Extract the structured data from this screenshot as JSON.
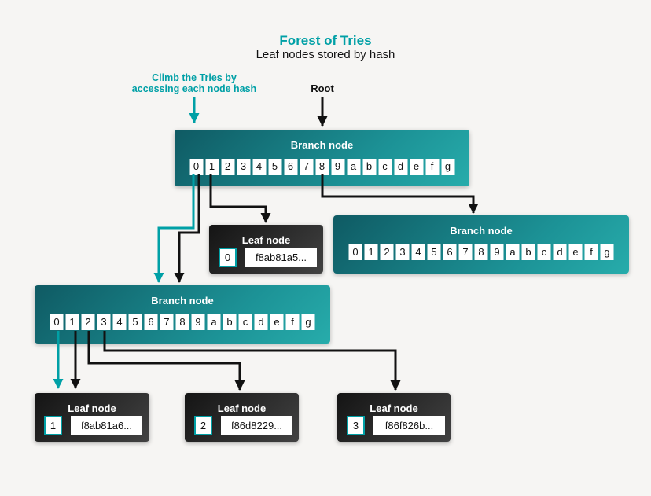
{
  "colors": {
    "teal": "#00a0a6",
    "line_black": "#111111",
    "background": "#f6f5f3",
    "branch_grad_start": "#0f5a63",
    "branch_grad_end": "#27acab",
    "leaf_grad_start": "#141414",
    "leaf_grad_end": "#424242"
  },
  "header": {
    "title": "Forest of Tries",
    "subtitle": "Leaf nodes stored by hash"
  },
  "annotations": {
    "climb_line1": "Climb the Tries by",
    "climb_line2": "accessing each node hash",
    "root": "Root"
  },
  "hex_digits": [
    "0",
    "1",
    "2",
    "3",
    "4",
    "5",
    "6",
    "7",
    "8",
    "9",
    "a",
    "b",
    "c",
    "d",
    "e",
    "f",
    "g"
  ],
  "nodes": {
    "branch_top": {
      "title": "Branch node"
    },
    "branch_right": {
      "title": "Branch node"
    },
    "branch_left": {
      "title": "Branch node"
    },
    "leaf_0": {
      "title": "Leaf node",
      "index": "0",
      "hash": "f8ab81a5..."
    },
    "leaf_1": {
      "title": "Leaf node",
      "index": "1",
      "hash": "f8ab81a6..."
    },
    "leaf_2": {
      "title": "Leaf node",
      "index": "2",
      "hash": "f86d8229..."
    },
    "leaf_3": {
      "title": "Leaf node",
      "index": "3",
      "hash": "f86f826b..."
    }
  }
}
